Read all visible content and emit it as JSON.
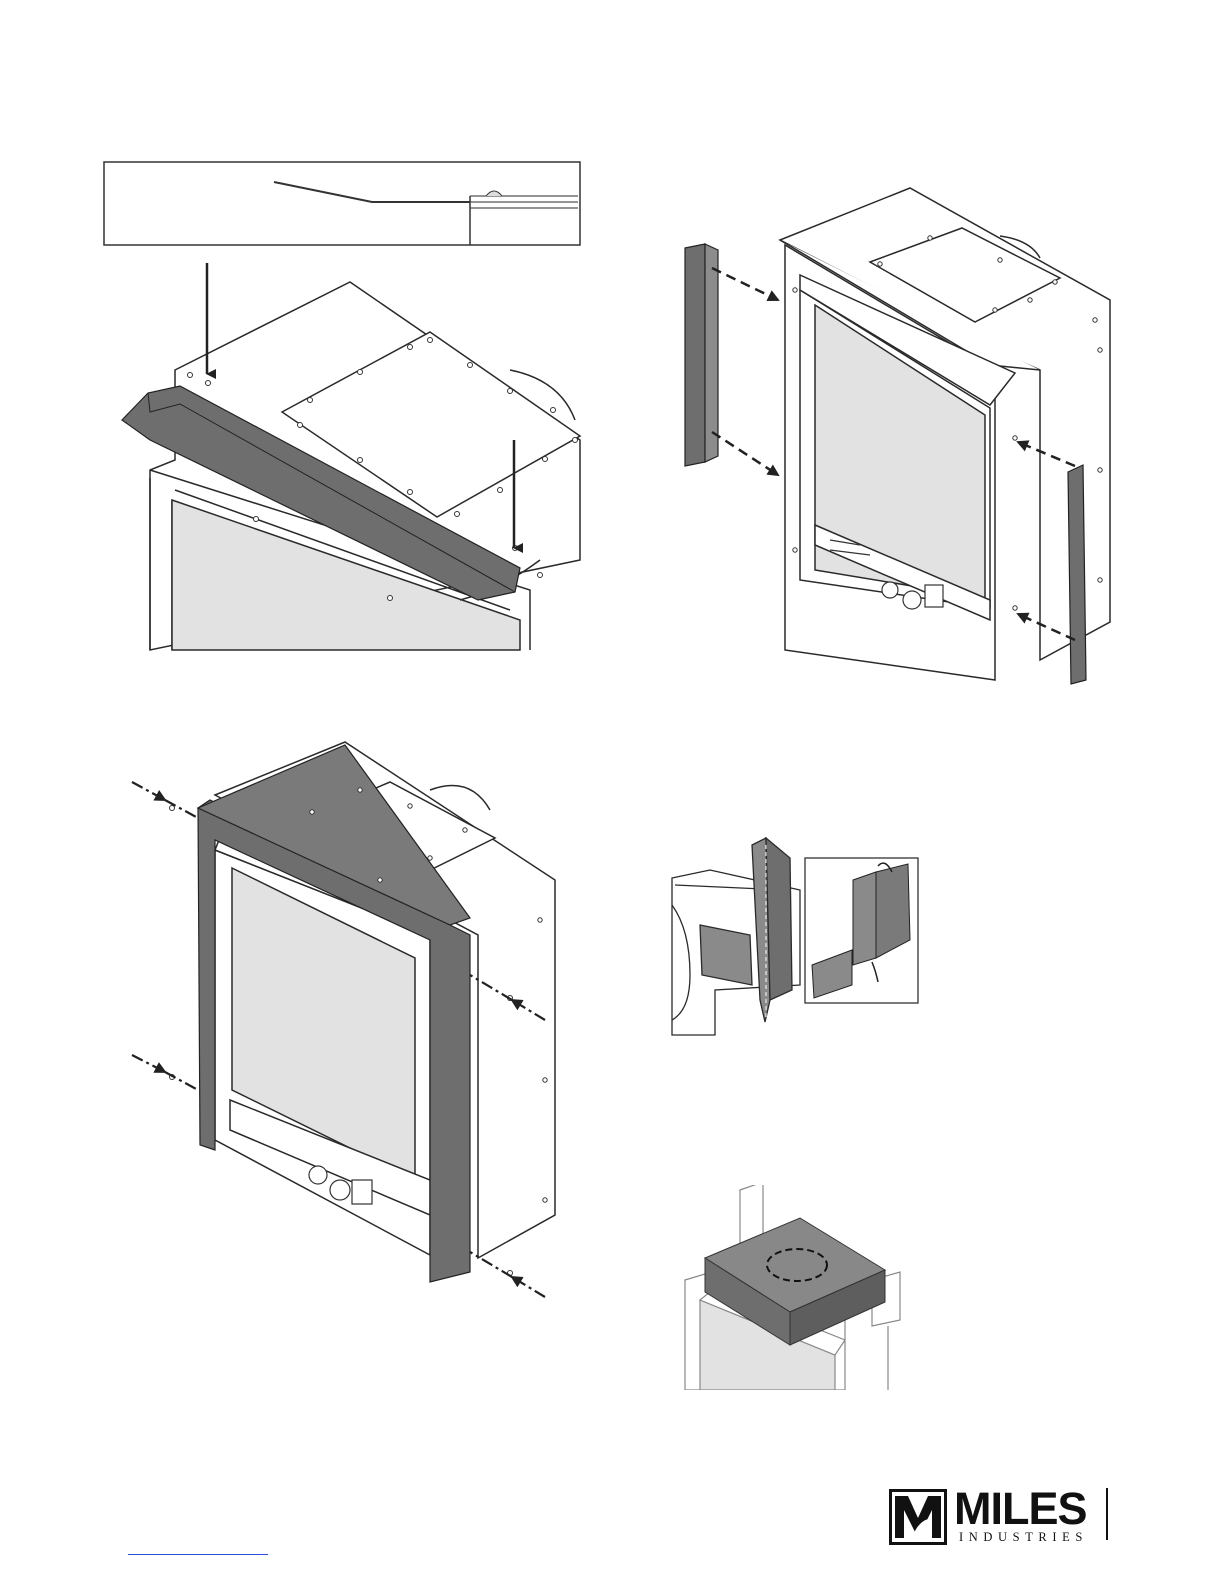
{
  "figures": [
    {
      "name": "figure-top-cover-install",
      "description_icon": "fireplace-top-flashing-diagram"
    },
    {
      "name": "figure-side-strips-install",
      "description_icon": "fireplace-side-standoffs-diagram"
    },
    {
      "name": "figure-full-surround-install",
      "description_icon": "fireplace-surround-diagram"
    },
    {
      "name": "figure-corner-bracket-detail",
      "description_icon": "corner-bracket-detail-diagram"
    },
    {
      "name": "figure-top-block-install",
      "description_icon": "fireplace-top-insulation-diagram"
    }
  ],
  "logo": {
    "name": "MILES",
    "sub": "INDUSTRIES"
  },
  "colors": {
    "line": "#2a2a2a",
    "panel_fill": "#e2e2e2",
    "part_fill": "#7a7a7a",
    "link": "#2b4fd8"
  }
}
